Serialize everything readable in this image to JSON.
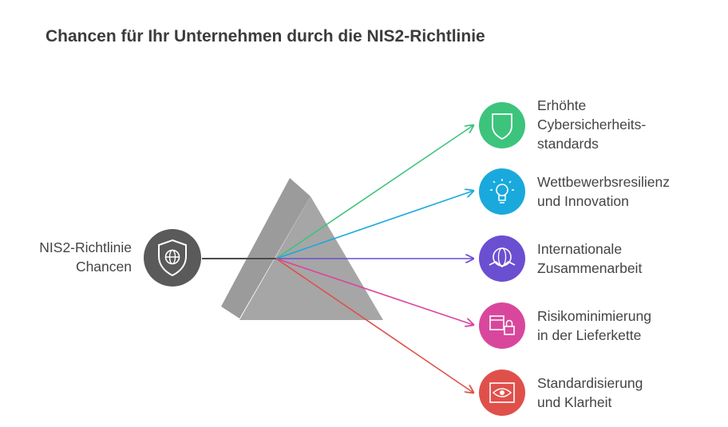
{
  "title": "Chancen für Ihr Unternehmen durch die NIS2-Richtlinie",
  "source": {
    "lines": [
      "NIS2-Richtlinie",
      "Chancen"
    ],
    "icon": "shield-globe-icon",
    "color": "#5a5a5a"
  },
  "items": [
    {
      "lines": [
        "Erhöhte",
        "Cybersicherheits-",
        "standards"
      ],
      "icon": "shield-icon",
      "color": "#3cc47c"
    },
    {
      "lines": [
        "Wettbewerbsresilienz",
        "und Innovation"
      ],
      "icon": "lightbulb-icon",
      "color": "#1aa9dc"
    },
    {
      "lines": [
        "Internationale",
        "Zusammenarbeit"
      ],
      "icon": "handshake-globe-icon",
      "color": "#6b4fd1"
    },
    {
      "lines": [
        "Risikominimierung",
        "in der Lieferkette"
      ],
      "icon": "package-lock-icon",
      "color": "#d9479c"
    },
    {
      "lines": [
        "Standardisierung",
        "und Klarheit"
      ],
      "icon": "eye-frame-icon",
      "color": "#e0504b"
    }
  ]
}
